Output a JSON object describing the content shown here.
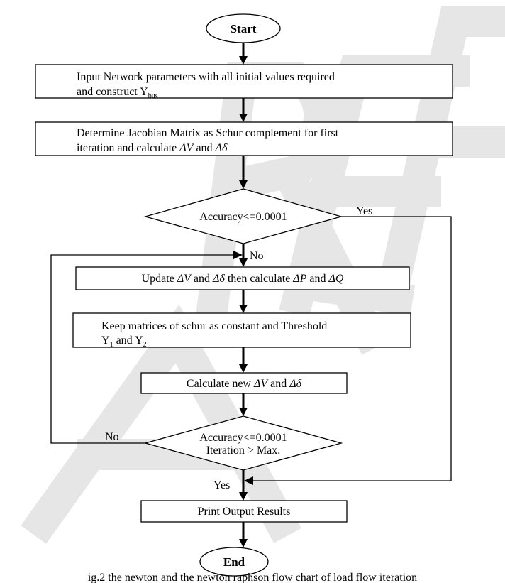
{
  "start": {
    "label": "Start"
  },
  "end": {
    "label": "End"
  },
  "steps": {
    "input_line1": "Input Network parameters with all initial values required",
    "input_line2": "and construct Y",
    "input_sub": "bus",
    "jacobian_line1": "Determine Jacobian Matrix as Schur complement for first",
    "jacobian_line2a": "iteration and calculate ",
    "dV": "ΔV",
    "and": " and ",
    "dDelta": "Δδ",
    "update_a": "Update ",
    "update_b": " then calculate ",
    "dP": "ΔP",
    "dQ": "ΔQ",
    "keep_line1": "Keep matrices of schur as constant and Threshold",
    "Y": "Y",
    "sub1": "1",
    "sub2": "2",
    "calc_a": "Calculate new  ",
    "print": "Print Output Results"
  },
  "decisions": {
    "d1": "Accuracy<=0.0001",
    "d2_line1": "Accuracy<=0.0001",
    "d2_line2": "Iteration > Max."
  },
  "labels": {
    "yes": "Yes",
    "no": "No"
  },
  "caption": "ig.2  the newton and the newton raphson flow chart of load flow iteration",
  "colors": {
    "ink": "#000000",
    "watermark": "#e6e6e6"
  }
}
